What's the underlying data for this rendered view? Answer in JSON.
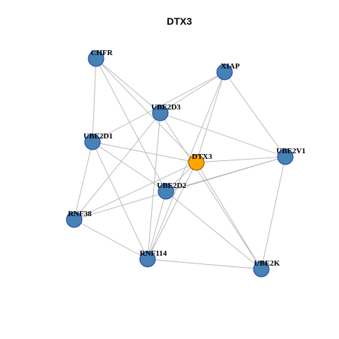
{
  "title": "DTX3",
  "colors": {
    "node_default": "#4682b4",
    "node_default_border": "#1a3fb0",
    "node_focus": "#ffa500",
    "node_focus_border": "#7a4a00",
    "edge": "#b3b3b3"
  },
  "graph": {
    "nodes": [
      {
        "id": "CHFR",
        "focus": false
      },
      {
        "id": "XIAP",
        "focus": false
      },
      {
        "id": "UBE2D3",
        "focus": false
      },
      {
        "id": "UBE2D1",
        "focus": false
      },
      {
        "id": "DTX3",
        "focus": true
      },
      {
        "id": "UBE2V1",
        "focus": false
      },
      {
        "id": "UBE2D2",
        "focus": false
      },
      {
        "id": "RNF38",
        "focus": false
      },
      {
        "id": "RNF114",
        "focus": false
      },
      {
        "id": "UBE2K",
        "focus": false
      }
    ],
    "edges": [
      [
        "CHFR",
        "UBE2D3"
      ],
      [
        "CHFR",
        "UBE2D1"
      ],
      [
        "CHFR",
        "DTX3"
      ],
      [
        "CHFR",
        "UBE2D2"
      ],
      [
        "XIAP",
        "UBE2D3"
      ],
      [
        "XIAP",
        "UBE2D1"
      ],
      [
        "XIAP",
        "DTX3"
      ],
      [
        "XIAP",
        "UBE2V1"
      ],
      [
        "XIAP",
        "RNF114"
      ],
      [
        "UBE2D3",
        "UBE2V1"
      ],
      [
        "UBE2D3",
        "RNF38"
      ],
      [
        "UBE2D3",
        "RNF114"
      ],
      [
        "UBE2D3",
        "UBE2K"
      ],
      [
        "UBE2D1",
        "DTX3"
      ],
      [
        "UBE2D1",
        "UBE2D2"
      ],
      [
        "UBE2D1",
        "RNF38"
      ],
      [
        "UBE2D1",
        "RNF114"
      ],
      [
        "DTX3",
        "UBE2V1"
      ],
      [
        "DTX3",
        "UBE2D2"
      ],
      [
        "DTX3",
        "RNF38"
      ],
      [
        "DTX3",
        "RNF114"
      ],
      [
        "DTX3",
        "UBE2K"
      ],
      [
        "UBE2V1",
        "UBE2D2"
      ],
      [
        "UBE2V1",
        "RNF38"
      ],
      [
        "UBE2V1",
        "UBE2K"
      ],
      [
        "UBE2D2",
        "RNF114"
      ],
      [
        "UBE2D2",
        "UBE2K"
      ],
      [
        "RNF38",
        "RNF114"
      ],
      [
        "RNF114",
        "UBE2K"
      ]
    ]
  }
}
